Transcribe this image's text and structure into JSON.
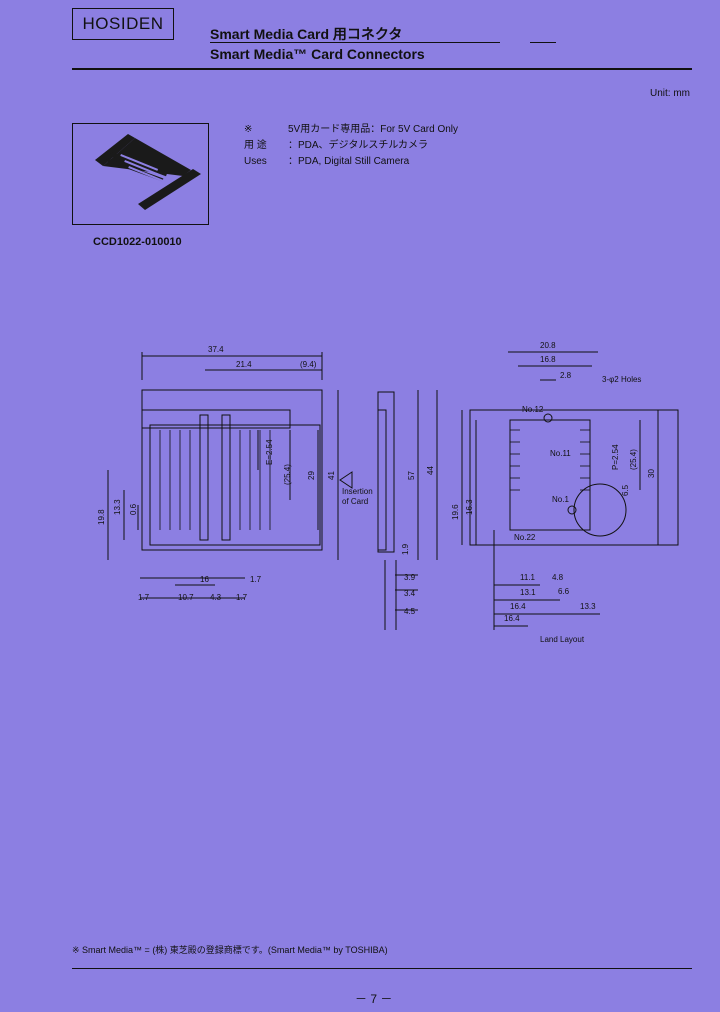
{
  "header": {
    "logo_text": "HOSIDEN",
    "title_jp": "Smart Media Card 用コネクタ",
    "title_en": "Smart Media™ Card Connectors"
  },
  "unit_label": "Unit: mm",
  "product": {
    "part_number": "CCD1022-010010"
  },
  "specs": [
    {
      "key": "※",
      "value": "5V用カード専用品：For 5V Card Only"
    },
    {
      "key": "用 途",
      "value": "：PDA、デジタルスチルカメラ"
    },
    {
      "key": "Uses",
      "value": "：PDA, Digital Still Camera"
    }
  ],
  "drawing": {
    "front_dims": [
      "37.4",
      "21.4",
      "(9.4)",
      "E=2.54",
      "(25.4)",
      "29",
      "41",
      "0.6",
      "13.3",
      "19.8",
      "16",
      "1.7",
      "1.7",
      "10.7",
      "4.3",
      "1.7"
    ],
    "side_dims": [
      "57",
      "44",
      "1.9",
      "3.9",
      "3.4",
      "4.5"
    ],
    "insertion_label_1": "Insertion",
    "insertion_label_2": "of Card",
    "land_dims": [
      "20.8",
      "16.8",
      "2.8",
      "3-φ2 Holes",
      "No.12",
      "No.11",
      "P=2.54",
      "(25.4)",
      "30",
      "6.5",
      "No.1",
      "19.6",
      "16.3",
      "No.22",
      "11.1",
      "4.8",
      "13.1",
      "6.6",
      "16.4",
      "13.3",
      "16.4"
    ],
    "land_layout_label": "Land Layout"
  },
  "footer": {
    "trademark": "※ Smart Media™ = (株) 東芝殿の登録商標です。(Smart Media™ by TOSHIBA)",
    "page_number": "－ 7 －"
  }
}
